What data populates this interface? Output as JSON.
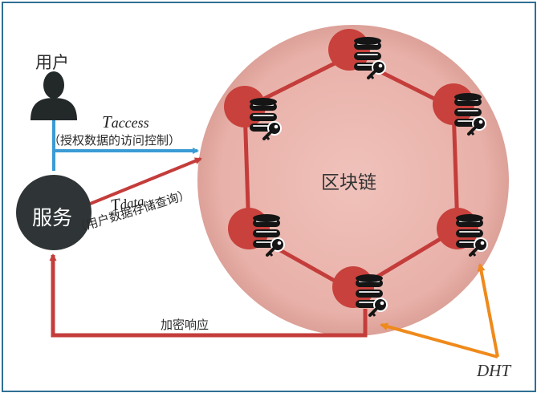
{
  "user_label": "用户",
  "service_label": "服务",
  "blockchain_label": "区块链",
  "access": {
    "symbol": "T",
    "subscript": "access",
    "caption": "（授权数据的访问控制）"
  },
  "data": {
    "symbol": "T",
    "subscript": "data",
    "caption": "（用户数据存储查询）"
  },
  "encrypted_response_label": "加密响应",
  "dht_label": "DHT",
  "colors": {
    "ring_fill": "#e8b3ab",
    "node_red": "#c8413c",
    "edge_red": "#c43d3b",
    "access_blue": "#3b9bd5",
    "dht_orange": "#ef8a1b",
    "service_fill": "#2f3436"
  }
}
